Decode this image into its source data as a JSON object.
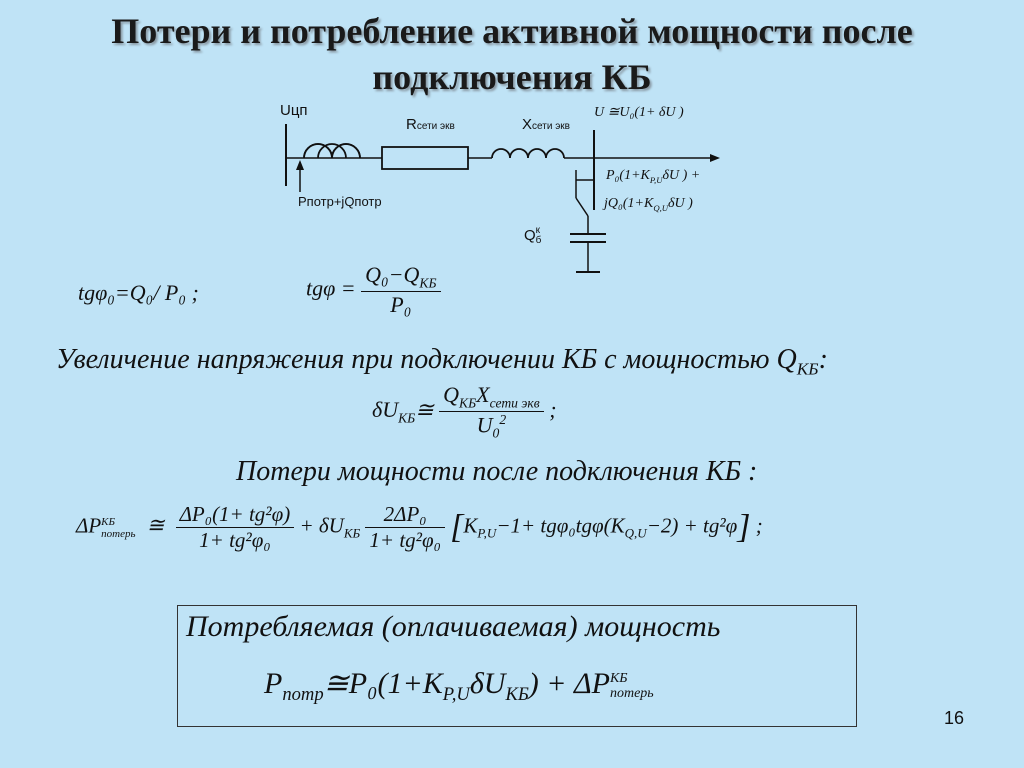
{
  "slide": {
    "title_line1": "Потери и потребление активной мощности после",
    "title_line2": "подключения КБ",
    "page_number": "16"
  },
  "circuit": {
    "u_cp": "Uцп",
    "r_label_main": "R",
    "r_label_sub": "сети экв",
    "x_label_main": "X",
    "x_label_sub": "сети экв",
    "u_node_label": "U ≅U₀(1+ δU )",
    "load_left_label": "Pпотр+jQпотр",
    "p_line1": "P₀(1+K",
    "p_line1_sub": "P,U",
    "p_line1_end": "δU ) +",
    "q_line2": "jQ₀(1+K",
    "q_line2_sub": "Q,U",
    "q_line2_end": "δU )",
    "qkb_main": "Q",
    "qkb_sup": "к",
    "qkb_sub": "б"
  },
  "formulas": {
    "tg0": "tgφ₀=Q₀/ P₀ ;",
    "tg_left": "tgφ =",
    "tg_num": "Q₀−Q",
    "tg_num_sub": "КБ",
    "tg_den": "P₀",
    "increase_text": "Увеличение напряжения при подключении КБ с мощностью Q",
    "increase_sub": "КБ",
    "increase_end": ":",
    "du_left": "δU",
    "du_left_sub": "КБ",
    "du_approx": "≅",
    "du_num": "Q",
    "du_num_sub": "КБ",
    "du_num_x": "X",
    "du_num_x_sub": "сети экв",
    "du_den": "U",
    "du_den_sub": "0",
    "du_den_sup": "2",
    "du_end": ";",
    "losses_text": "Потери мощности после подключения КБ :",
    "dp_left": "ΔP",
    "dp_left_sup": "КБ",
    "dp_left_sub": "потерь",
    "dp_approx": "≅",
    "f1_num": "ΔP₀(1+ tg²φ)",
    "f1_den": "1+ tg²φ₀",
    "plus_du": "+ δU",
    "plus_du_sub": "КБ",
    "f2_num": "2ΔP₀",
    "f2_den": "1+ tg²φ₀",
    "bracket_open": "[",
    "bracket_content_a": "K",
    "bracket_content_a_sub": "P,U",
    "bracket_content_b": "−1+ tgφ₀tgφ(K",
    "bracket_content_b_sub": "Q,U",
    "bracket_content_c": "−2) + tg²φ",
    "bracket_close": "]",
    "dp_end": ";"
  },
  "consumed_box": {
    "heading": "Потребляемая  (оплачиваемая)  мощность",
    "p_main": "P",
    "p_sub": "потр",
    "rhs_a": "≅P₀(1+K",
    "rhs_a_sub": "P,U",
    "rhs_b": "δU",
    "rhs_b_sub": "КБ",
    "rhs_c": ") + ΔP",
    "rhs_c_sup": "КБ",
    "rhs_c_sub": "потерь"
  }
}
